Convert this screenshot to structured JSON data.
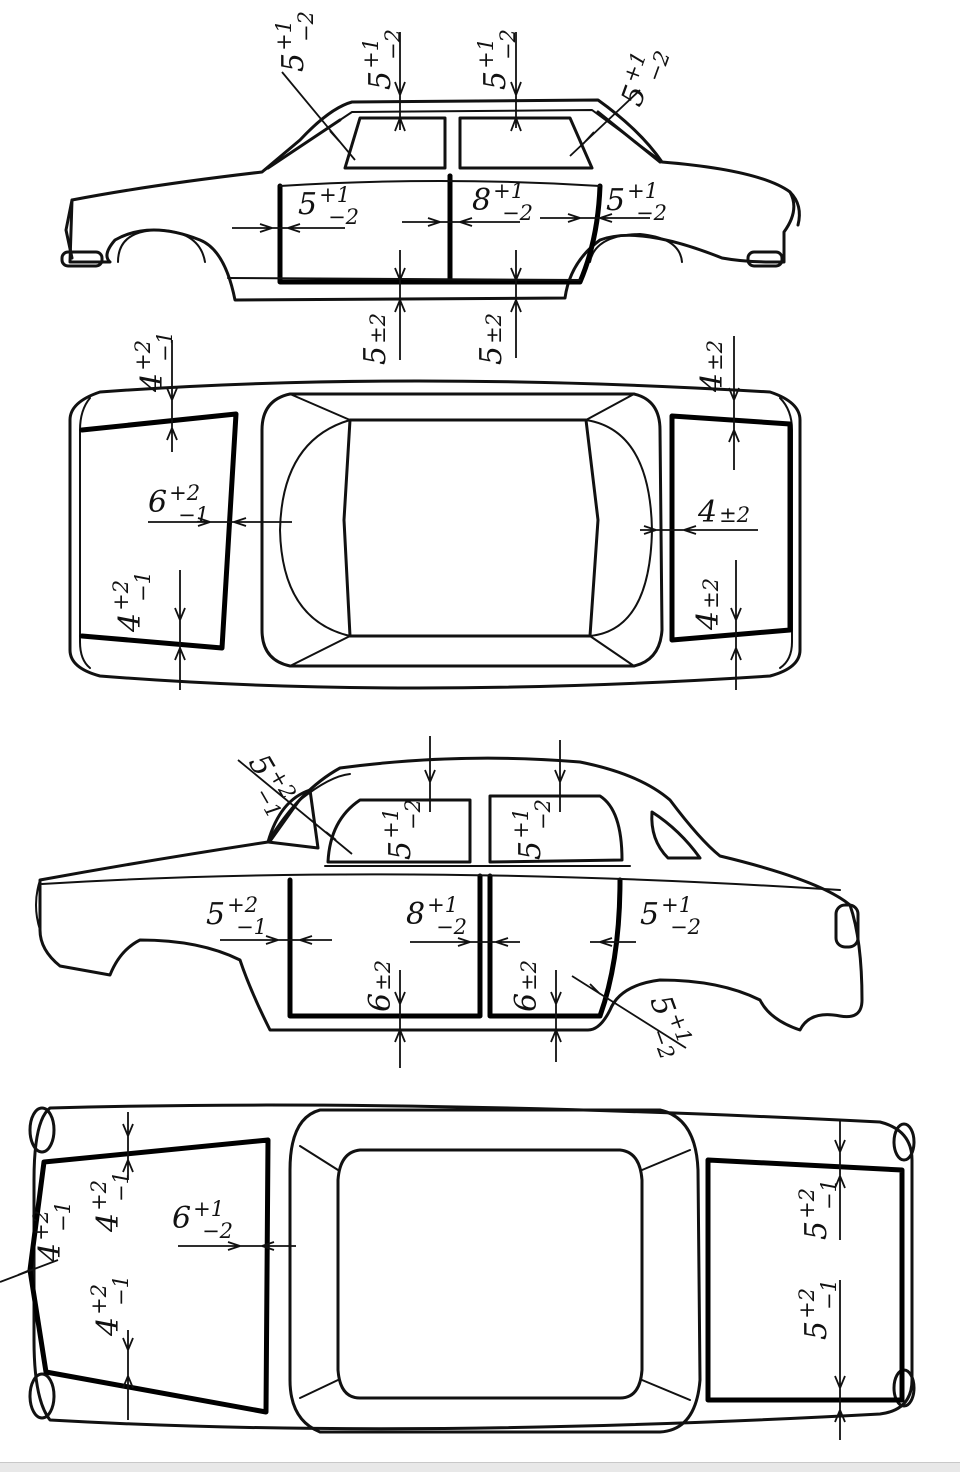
{
  "colors": {
    "ink": "#111111",
    "paper": "#ffffff"
  },
  "views": [
    {
      "id": "sedan-side",
      "callouts": [
        {
          "base": "5",
          "upper": "+1",
          "lower": "−2"
        },
        {
          "base": "5",
          "upper": "+1",
          "lower": "−2"
        },
        {
          "base": "5",
          "upper": "+1",
          "lower": "−2"
        },
        {
          "base": "5",
          "upper": "+1",
          "lower": "−2"
        },
        {
          "base": "5",
          "upper": "+1",
          "lower": "−2"
        },
        {
          "base": "8",
          "upper": "+1",
          "lower": "−2"
        },
        {
          "base": "5",
          "upper": "+1",
          "lower": "−2"
        },
        {
          "base": "5",
          "upper": "±2",
          "lower": ""
        },
        {
          "base": "5",
          "upper": "±2",
          "lower": ""
        }
      ]
    },
    {
      "id": "sedan-top",
      "callouts": [
        {
          "base": "4",
          "upper": "+2",
          "lower": "−1"
        },
        {
          "base": "6",
          "upper": "+2",
          "lower": "−1"
        },
        {
          "base": "4",
          "upper": "+2",
          "lower": "−1"
        },
        {
          "base": "4",
          "upper": "±2",
          "lower": ""
        },
        {
          "base": "4",
          "upper": "±2",
          "lower": ""
        },
        {
          "base": "4",
          "upper": "±2",
          "lower": ""
        }
      ]
    },
    {
      "id": "classic-side",
      "callouts": [
        {
          "base": "5",
          "upper": "+2",
          "lower": "−1"
        },
        {
          "base": "5",
          "upper": "+1",
          "lower": "−2"
        },
        {
          "base": "5",
          "upper": "+1",
          "lower": "−2"
        },
        {
          "base": "5",
          "upper": "+2",
          "lower": "−1"
        },
        {
          "base": "8",
          "upper": "+1",
          "lower": "−2"
        },
        {
          "base": "5",
          "upper": "+1",
          "lower": "−2"
        },
        {
          "base": "6",
          "upper": "±2",
          "lower": ""
        },
        {
          "base": "6",
          "upper": "±2",
          "lower": ""
        },
        {
          "base": "5",
          "upper": "+1",
          "lower": "−2"
        }
      ]
    },
    {
      "id": "classic-top",
      "callouts": [
        {
          "base": "4",
          "upper": "+2",
          "lower": "−1"
        },
        {
          "base": "4",
          "upper": "+2",
          "lower": "−1"
        },
        {
          "base": "4",
          "upper": "+2",
          "lower": "−1"
        },
        {
          "base": "6",
          "upper": "+1",
          "lower": "−2"
        },
        {
          "base": "5",
          "upper": "+2",
          "lower": "−1"
        },
        {
          "base": "5",
          "upper": "+2",
          "lower": "−1"
        }
      ]
    }
  ]
}
